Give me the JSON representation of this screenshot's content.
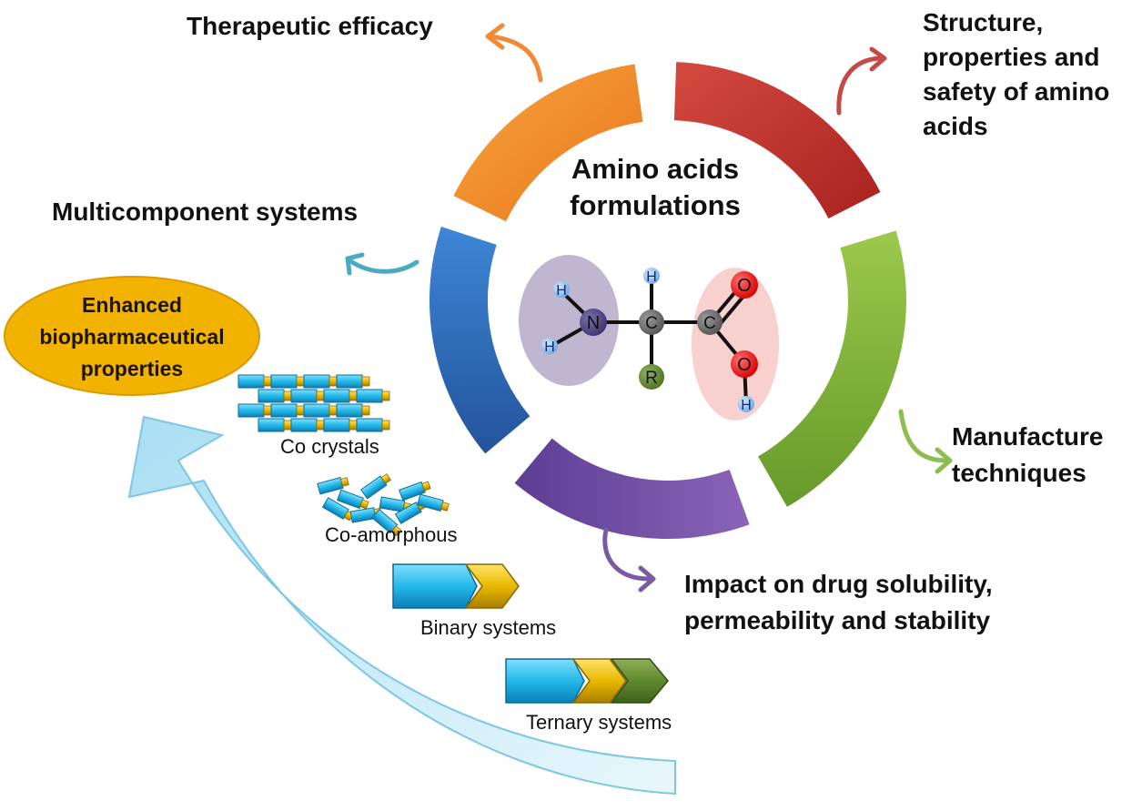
{
  "center_title": [
    "Amino acids",
    "formulations"
  ],
  "topics": {
    "therapeutic": "Therapeutic efficacy",
    "structure": [
      "Structure,",
      "properties and",
      "safety of amino",
      "acids"
    ],
    "multicomponent": "Multicomponent systems",
    "manufacture": [
      "Manufacture",
      "techniques"
    ],
    "impact": [
      "Impact on drug solubility,",
      "permeability and stability"
    ]
  },
  "outcome": [
    "Enhanced",
    "biopharmaceutical",
    "properties"
  ],
  "systems": {
    "co_crystals": "Co crystals",
    "co_amorphous": "Co-amorphous",
    "binary": "Binary systems",
    "ternary": "Ternary systems"
  },
  "molecule": {
    "N": "N",
    "C1": "C",
    "C2": "C",
    "O1": "O",
    "O2": "O",
    "H_n1": "H",
    "H_n2": "H",
    "H_c": "H",
    "H_o": "H",
    "R": "R"
  },
  "colors": {
    "ring_orange": "#f28a2a",
    "ring_red": "#c0342f",
    "ring_green": "#7fb33a",
    "ring_purple": "#6a4a9c",
    "ring_blue": "#2f6cb8",
    "outcome_fill": "#f2b200",
    "big_arrow": "#bfe7f5"
  }
}
